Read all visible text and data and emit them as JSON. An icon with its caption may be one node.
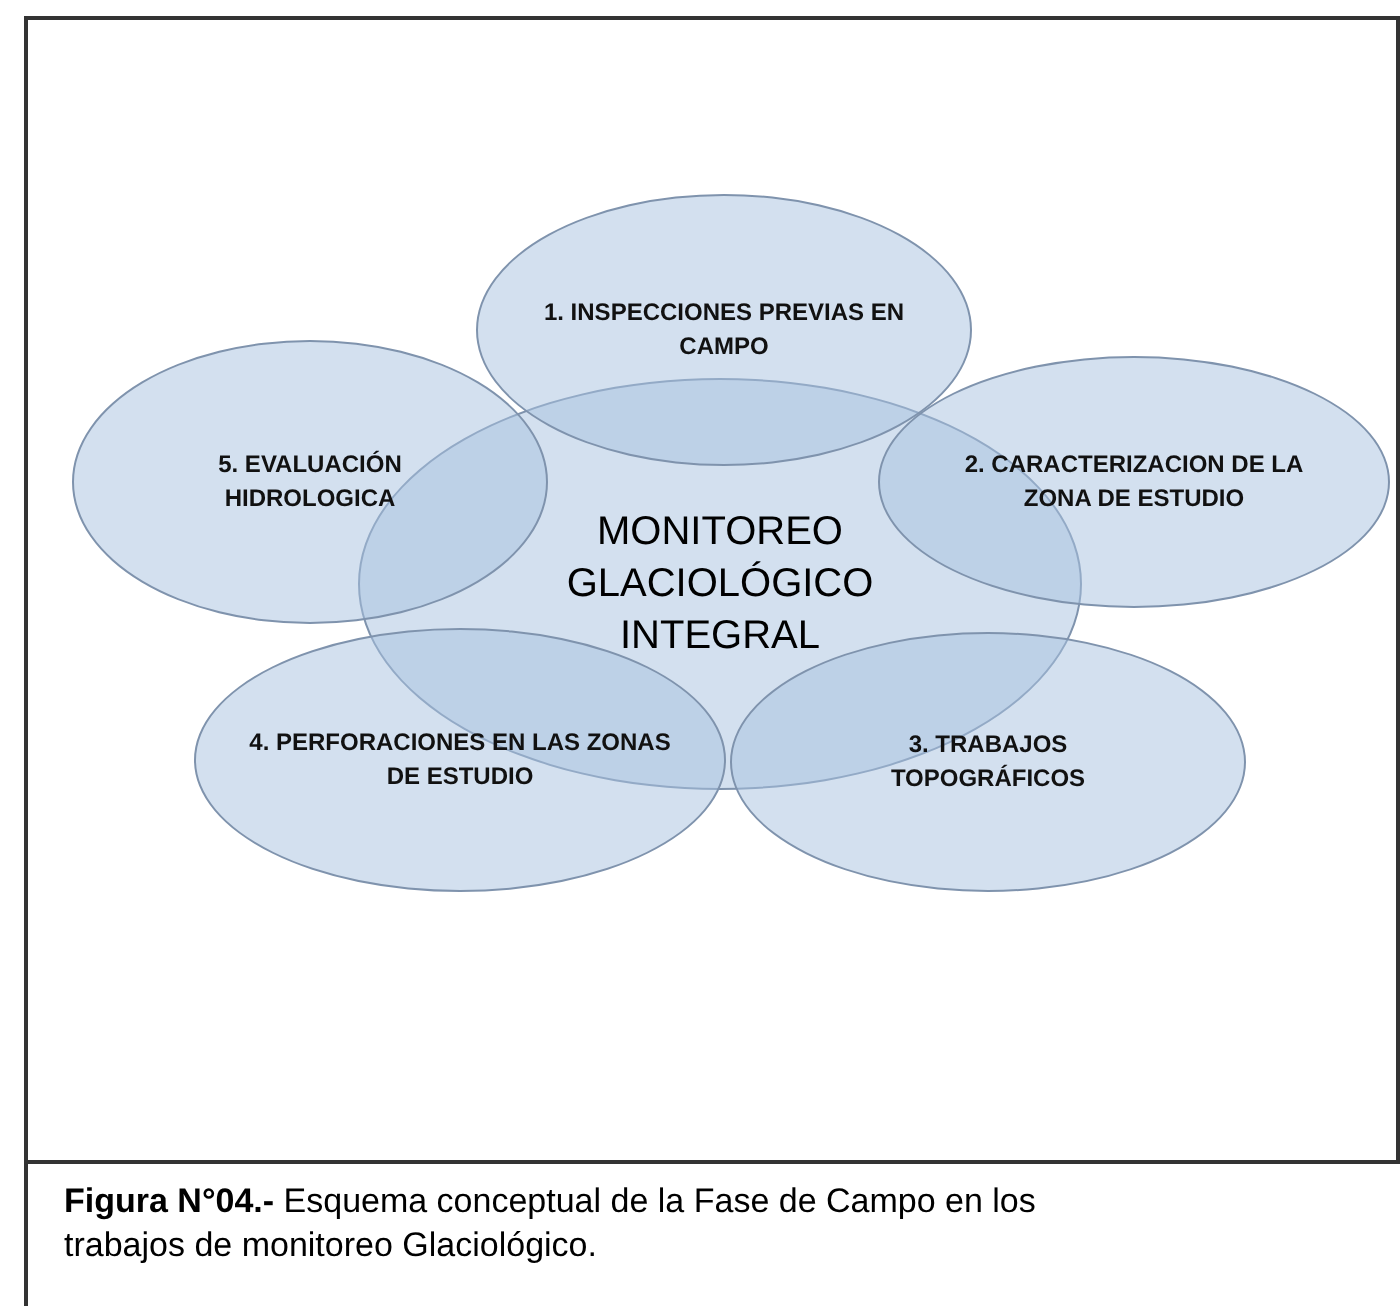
{
  "diagram": {
    "caption": "**Figura N°04.-** Esquema conceptual de la Fase de Campo en los trabajos de monitoreo Glaciológico.",
    "nodes": [
      {
        "text": [
          "MONITOREO GLACIOLÓGICO INTEGRAL"
        ]
      },
      {
        "text": [
          "1. INSPECCIONES PREVIAS EN CAMPO"
        ]
      },
      {
        "text": [
          "2. CARACTERIZACION DE LA ZONA DE ESTUDIO"
        ]
      },
      {
        "text": [
          "3.  TRABAJOS TOPOGRÁFICOS"
        ]
      },
      {
        "text": [
          "4. PERFORACIONES EN LAS ZONAS DE ESTUDIO"
        ]
      },
      {
        "text": [
          "5.  EVALUACIÓN HIDROLOGICA"
        ]
      }
    ]
  }
}
